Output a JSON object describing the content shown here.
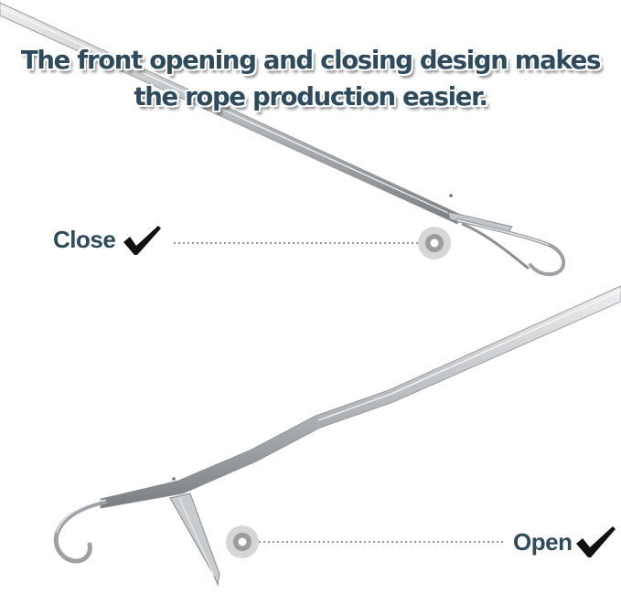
{
  "headline": {
    "line1": "The front opening and closing design makes",
    "line2": "the rope production easier."
  },
  "callouts": {
    "close_label": "Close",
    "open_label": "Open"
  },
  "icons": {
    "close_marker": "checkmark-icon",
    "open_marker": "checkmark-icon",
    "indicator": "target-dot-icon"
  },
  "colors": {
    "text": "#2e4a5d",
    "check": "#111111",
    "metal": "#b9bcbf",
    "metal_highlight": "#eef0f1",
    "metal_shadow": "#7b7f83",
    "indicator": "#9a9c9e"
  }
}
